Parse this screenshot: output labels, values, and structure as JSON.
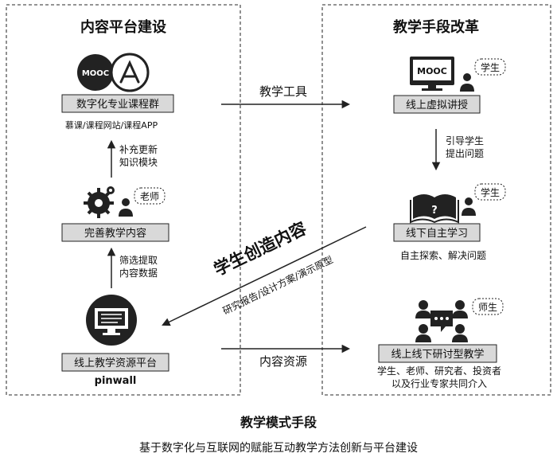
{
  "left_panel": {
    "title": "内容平台建设",
    "node_top": {
      "label": "数字化专业课程群",
      "sub": "慕课/课程网站/课程APP",
      "mooc_logo_text": "MOOC"
    },
    "arrow_top_label": [
      "补充更新",
      "知识模块"
    ],
    "node_mid": {
      "label": "完善教学内容",
      "role": "老师"
    },
    "arrow_bottom_label": [
      "筛选提取",
      "内容数据"
    ],
    "node_bottom": {
      "label": "线上教学资源平台",
      "sub": "pinwall"
    }
  },
  "right_panel": {
    "title": "教学手段改革",
    "node_top": {
      "label": "线上虚拟讲授",
      "role": "学生",
      "mooc_logo_text": "MOOC"
    },
    "arrow_top_label": [
      "引导学生",
      "提出问题"
    ],
    "node_mid": {
      "label": "线下自主学习",
      "role": "学生",
      "sub": "自主探索、解决问题"
    },
    "node_bottom": {
      "label": "线上线下研讨型教学",
      "role": "师生",
      "sub": [
        "学生、老师、研究者、投资者",
        "以及行业专家共同介入"
      ]
    }
  },
  "center": {
    "arrow_top_label": "教学工具",
    "arrow_bottom_label": "内容资源",
    "diagonal_main": "学生创造内容",
    "diagonal_sub": "研究报告/设计方案/演示原型"
  },
  "footer": {
    "title": "教学模式手段",
    "caption": "基于数字化与互联网的赋能互动教学方法创新与平台建设"
  },
  "colors": {
    "label_box_fill": "#d9d9d9",
    "stroke": "#222222",
    "dashed_border": "#555555"
  }
}
